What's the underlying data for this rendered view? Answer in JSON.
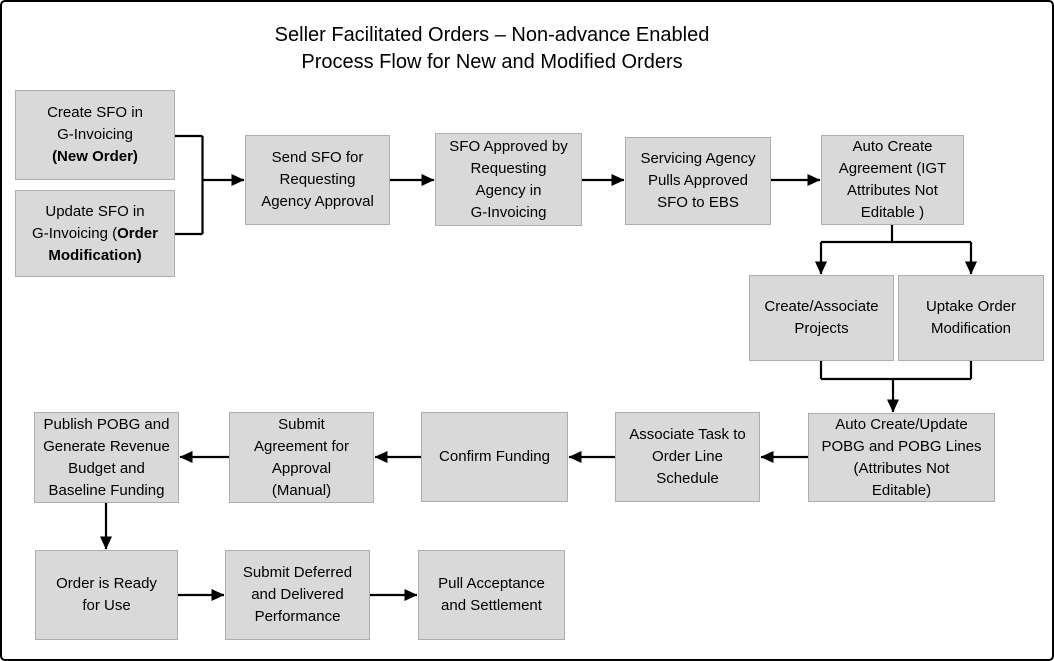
{
  "title": {
    "line1": "Seller Facilitated Orders – Non-advance Enabled",
    "line2": "Process Flow for New and Modified Orders"
  },
  "colors": {
    "background": "#ffffff",
    "canvas_border": "#000000",
    "box_fill": "#d9d9d9",
    "box_border": "#adadad",
    "connector_line": "#000000",
    "text": "#000000"
  },
  "boxes": [
    {
      "id": "create-sfo-new-order",
      "text": "Create SFO in\nG-Invoicing\n",
      "bold_text": "(New Order)"
    },
    {
      "id": "update-sfo-order-modification",
      "text": "Update SFO in\nG-Invoicing (",
      "bold_text": "Order\nModification)"
    },
    {
      "id": "send-sfo-for-approval",
      "text": "Send SFO for\nRequesting\nAgency Approval",
      "bold_text": ""
    },
    {
      "id": "sfo-approved-by-agency",
      "text": "SFO Approved by\nRequesting\nAgency in\nG-Invoicing",
      "bold_text": ""
    },
    {
      "id": "servicing-agency-pulls-sfo",
      "text": "Servicing Agency\nPulls Approved\nSFO to EBS",
      "bold_text": ""
    },
    {
      "id": "auto-create-agreement",
      "text": "Auto Create\nAgreement (IGT\nAttributes Not\nEditable )",
      "bold_text": ""
    },
    {
      "id": "create-associate-projects",
      "text": "Create/Associate\nProjects",
      "bold_text": ""
    },
    {
      "id": "uptake-order-modification",
      "text": "Uptake Order\nModification",
      "bold_text": ""
    },
    {
      "id": "auto-create-update-pobg",
      "text": "Auto Create/Update\nPOBG and POBG Lines\n(Attributes Not\nEditable)",
      "bold_text": ""
    },
    {
      "id": "associate-task-order-line",
      "text": "Associate Task to\nOrder Line\nSchedule",
      "bold_text": ""
    },
    {
      "id": "confirm-funding",
      "text": "Confirm Funding",
      "bold_text": ""
    },
    {
      "id": "submit-agreement-approval",
      "text": "Submit\nAgreement for\nApproval\n(Manual)",
      "bold_text": ""
    },
    {
      "id": "publish-pobg-generate-budget",
      "text": "Publish POBG and\nGenerate Revenue\nBudget and\nBaseline Funding",
      "bold_text": ""
    },
    {
      "id": "order-ready-for-use",
      "text": "Order is Ready\nfor Use",
      "bold_text": ""
    },
    {
      "id": "submit-deferred-delivered",
      "text": "Submit Deferred\nand Delivered\nPerformance",
      "bold_text": ""
    },
    {
      "id": "pull-acceptance-settlement",
      "text": "Pull Acceptance\nand Settlement",
      "bold_text": ""
    }
  ]
}
